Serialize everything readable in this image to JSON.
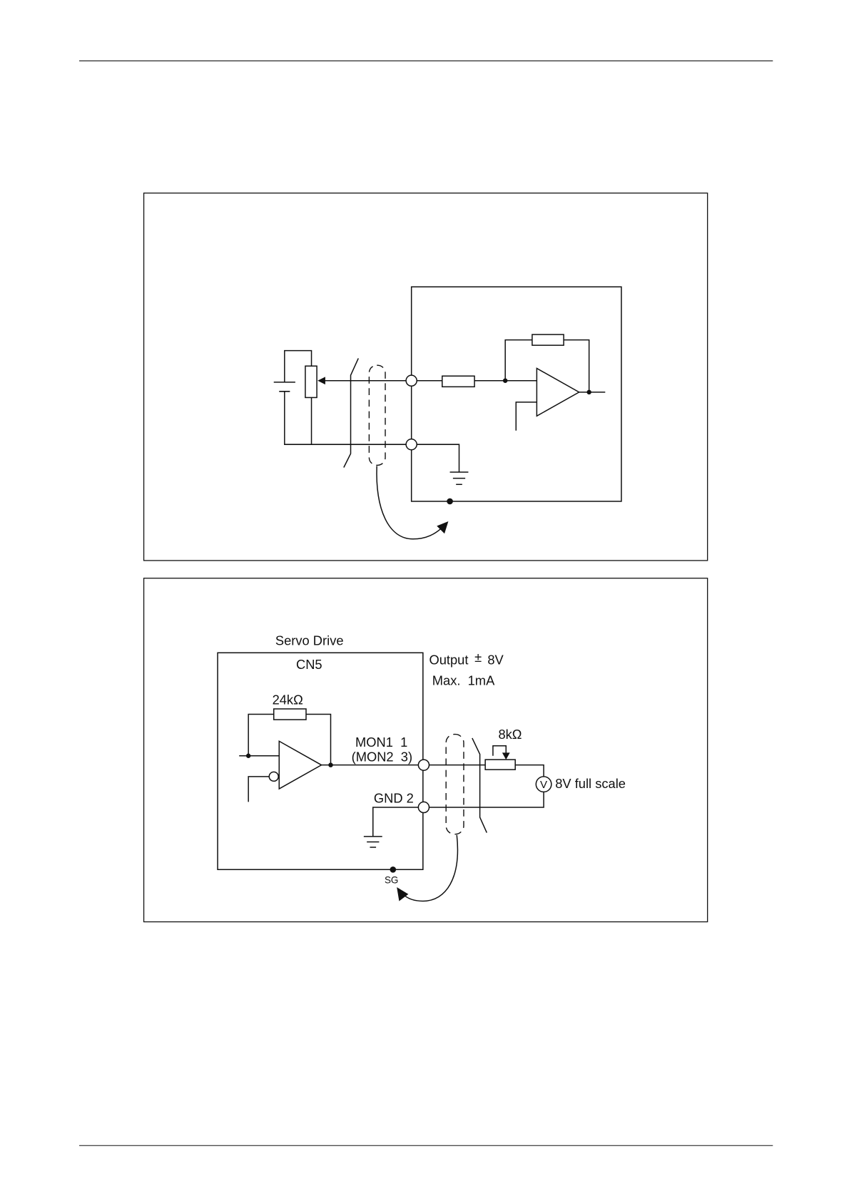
{
  "colors": {
    "ink": "#111111",
    "background": "#ffffff"
  },
  "bottom_diagram": {
    "servo_drive_label": "Servo Drive",
    "connector_label": "CN5",
    "output_label": "Output",
    "output_sign": "±",
    "output_value": "8V",
    "max_current": "Max.  1mA",
    "feedback_resistor": "24kΩ",
    "mon1_label": "MON1  1",
    "mon2_label": "(MON2  3)",
    "gnd_label": "GND 2",
    "sg_label": "SG",
    "pot_value": "8kΩ",
    "meter_symbol": "V",
    "meter_label": "8V full scale"
  }
}
